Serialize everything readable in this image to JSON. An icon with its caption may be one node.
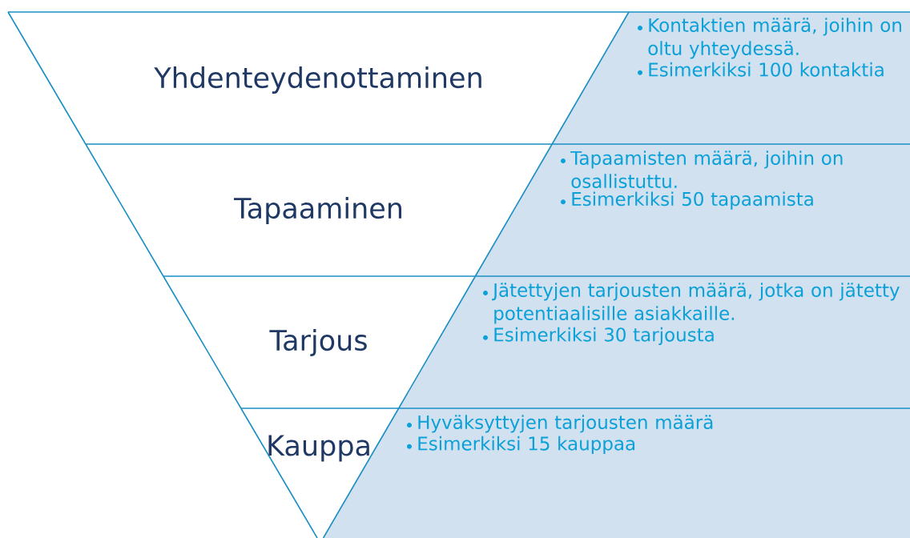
{
  "diagram": {
    "nodes": [
      {
        "text": [
          "Yhdenteydenottaminen",
          "Kontaktien määrä, joihin on oltu yhteydessä.",
          "Esimerkiksi 100 kontaktia"
        ]
      },
      {
        "text": [
          "Tapaaminen",
          "Tapaamisten määrä, joihin on osallistuttu.",
          "Esimerkiksi 50 tapaamista"
        ]
      },
      {
        "text": [
          "Tarjous",
          "Jätettyjen tarjousten määrä, jotka on jätetty potentiaalisille asiakkaille.",
          "Esimerkiksi 30 tarjousta"
        ]
      },
      {
        "text": [
          "Kauppa",
          "Hyväksyttyjen tarjousten määrä",
          "Esimerkiksi 15 kauppaa"
        ]
      }
    ]
  }
}
